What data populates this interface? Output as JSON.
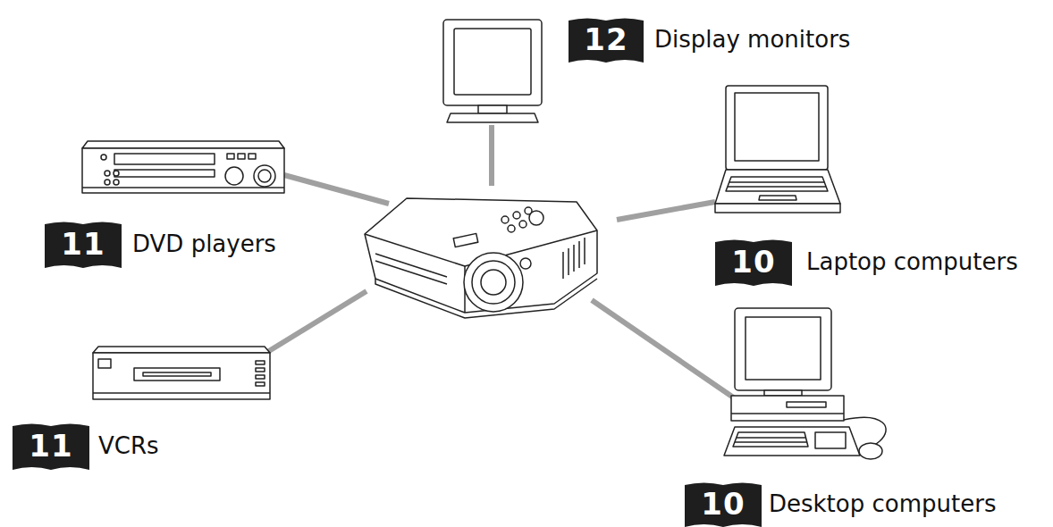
{
  "diagram": {
    "nodes": [
      {
        "text": [
          "12",
          "Display monitors"
        ]
      },
      {
        "text": [
          "11",
          "DVD players"
        ]
      },
      {
        "text": [
          "10",
          "Laptop computers"
        ]
      },
      {
        "text": [
          "11",
          "VCRs"
        ]
      },
      {
        "text": [
          "10",
          "Desktop computers"
        ]
      }
    ]
  }
}
